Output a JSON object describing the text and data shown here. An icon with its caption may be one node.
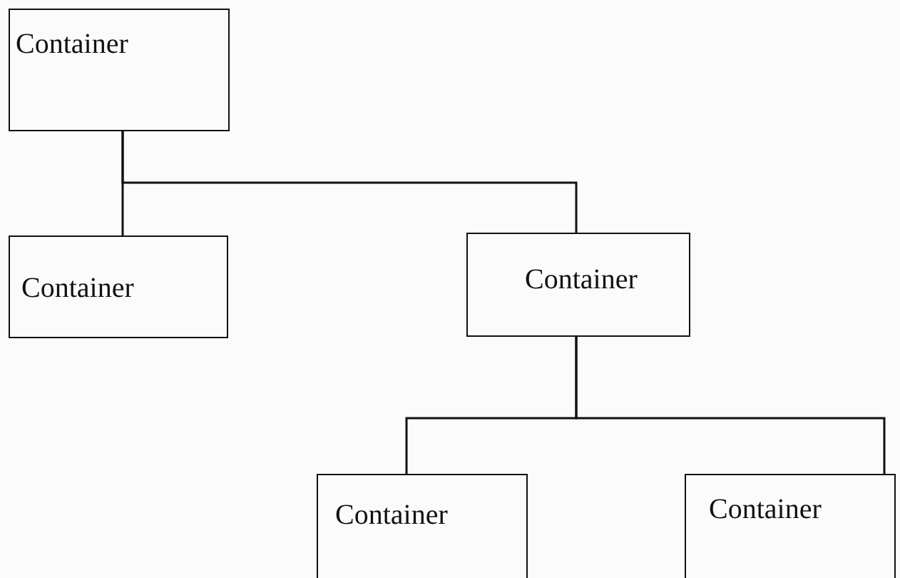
{
  "diagram": {
    "nodes": [
      {
        "text": [
          "Container"
        ]
      },
      {
        "text": [
          "Container"
        ]
      },
      {
        "text": [
          "Container"
        ]
      },
      {
        "text": [
          "Container"
        ]
      },
      {
        "text": [
          "Container"
        ]
      }
    ],
    "edges": [
      {
        "from": 0,
        "to": 1,
        "arrow": "none"
      },
      {
        "from": 0,
        "to": 2,
        "arrow": "none"
      },
      {
        "from": 2,
        "to": 3,
        "arrow": "none"
      },
      {
        "from": 2,
        "to": 4,
        "arrow": "none"
      }
    ]
  }
}
